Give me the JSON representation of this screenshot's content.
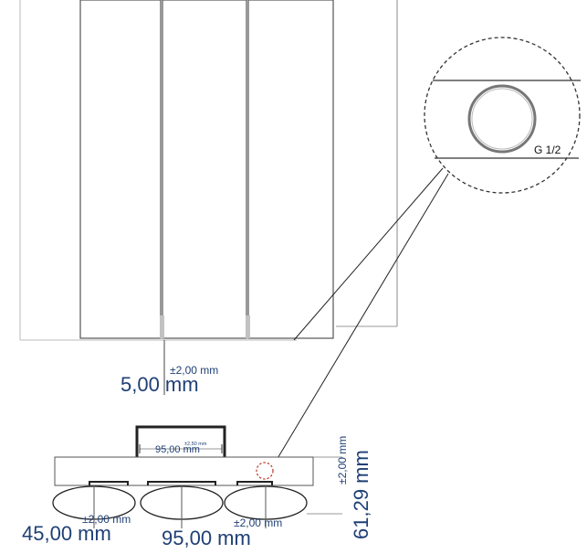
{
  "detail": {
    "thread_label": "G 1/2"
  },
  "dimensions": {
    "gap": {
      "value": "5,00 mm",
      "tolerance": "±2,00 mm"
    },
    "connector": {
      "value": "95,00 mm",
      "tolerance": "±2,50 mm"
    },
    "pitch_left": {
      "value": "45,00 mm",
      "tolerance": "±2,00 mm"
    },
    "pitch_right": {
      "value": "95,00 mm",
      "tolerance": "±2,00 mm"
    },
    "depth": {
      "value": "61,29 mm",
      "tolerance": "±2,00 mm"
    }
  },
  "colors": {
    "dimension_text": "#1f3f75",
    "line": "#222222",
    "panel_edge": "#555555",
    "hotspot": "#c0392b"
  }
}
